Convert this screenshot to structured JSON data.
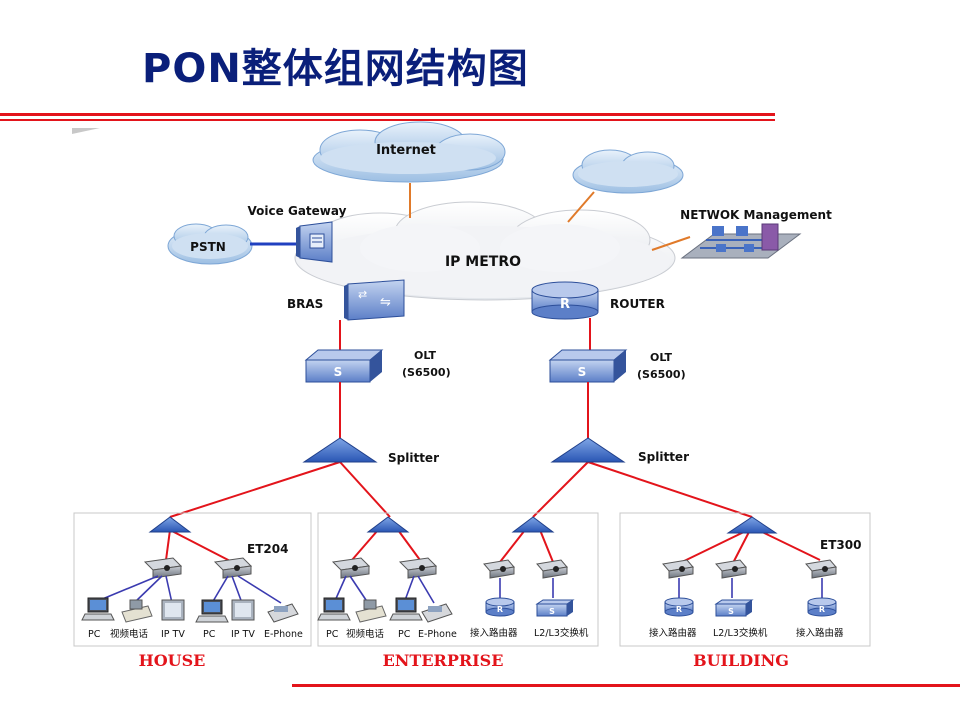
{
  "title": "PON整体组网结构图",
  "nodes": {
    "internet": "Internet",
    "ip_metro": "IP METRO",
    "voice_gateway": "Voice Gateway",
    "pstn": "PSTN",
    "network_management": "NETWOK Management",
    "bras": "BRAS",
    "router": "ROUTER",
    "olt_left": {
      "name": "OLT",
      "model": "(S6500)"
    },
    "olt_right": {
      "name": "OLT",
      "model": "(S6500)"
    },
    "splitter_left": "Splitter",
    "splitter_right": "Splitter",
    "et204": "ET204",
    "et300": "ET300"
  },
  "devices": {
    "house": [
      "PC",
      "视频电话",
      "IP TV",
      "PC",
      "IP TV",
      "E-Phone"
    ],
    "enterprise": [
      "PC",
      "视频电话",
      "PC",
      "E-Phone",
      "接入路由器",
      "L2/L3交换机"
    ],
    "building": [
      "接入路由器",
      "L2/L3交换机",
      "接入路由器"
    ]
  },
  "sections": [
    "HOUSE",
    "ENTERPRISE",
    "BUILDING"
  ],
  "colors": {
    "title": "#0a1f7a",
    "rule": "#e3141b",
    "fiber_line": "#e3141b",
    "lan_line": "#3b3bb0",
    "uplink_line": "#e07a2a",
    "device_blue": "#4a74c9",
    "section_label": "#e3141b"
  }
}
